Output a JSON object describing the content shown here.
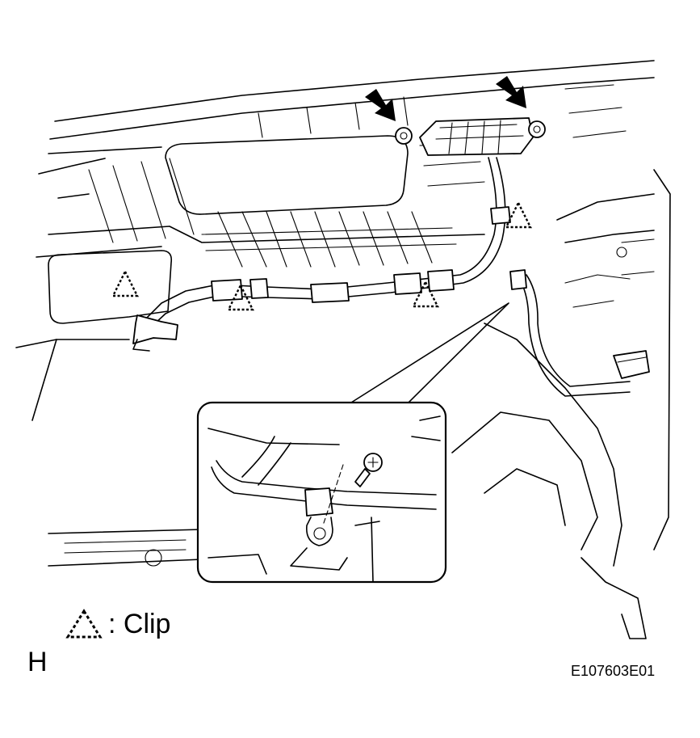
{
  "legend": {
    "symbol_icon": "dashed-triangle-clip-icon",
    "label": ": Clip"
  },
  "sheet_letter": "H",
  "reference_code": "E107603E01",
  "callouts": {
    "arrow_icon": "black-arrow-icon",
    "count": 2
  },
  "detail_view": {
    "icon": "screw-icon"
  }
}
